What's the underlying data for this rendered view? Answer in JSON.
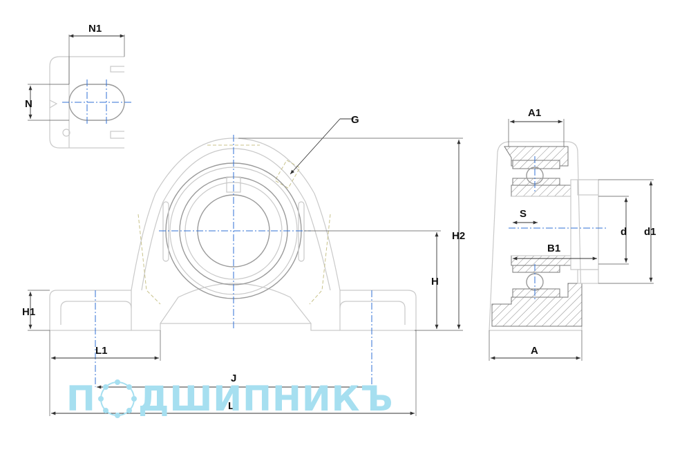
{
  "labels": {
    "N1": "N1",
    "N": "N",
    "G": "G",
    "A1": "A1",
    "H2": "H2",
    "H": "H",
    "H1": "H1",
    "L1": "L1",
    "J": "J",
    "L": "L",
    "S": "S",
    "B1": "B1",
    "d": "d",
    "d1": "d1",
    "A": "A"
  },
  "logo": {
    "text_left": "П",
    "text_right": "ДШИПНИКЪ"
  },
  "colors": {
    "centerline": "#2f6fd6",
    "hidden_line": "#c8c28a",
    "logo": "#a6dff0"
  }
}
